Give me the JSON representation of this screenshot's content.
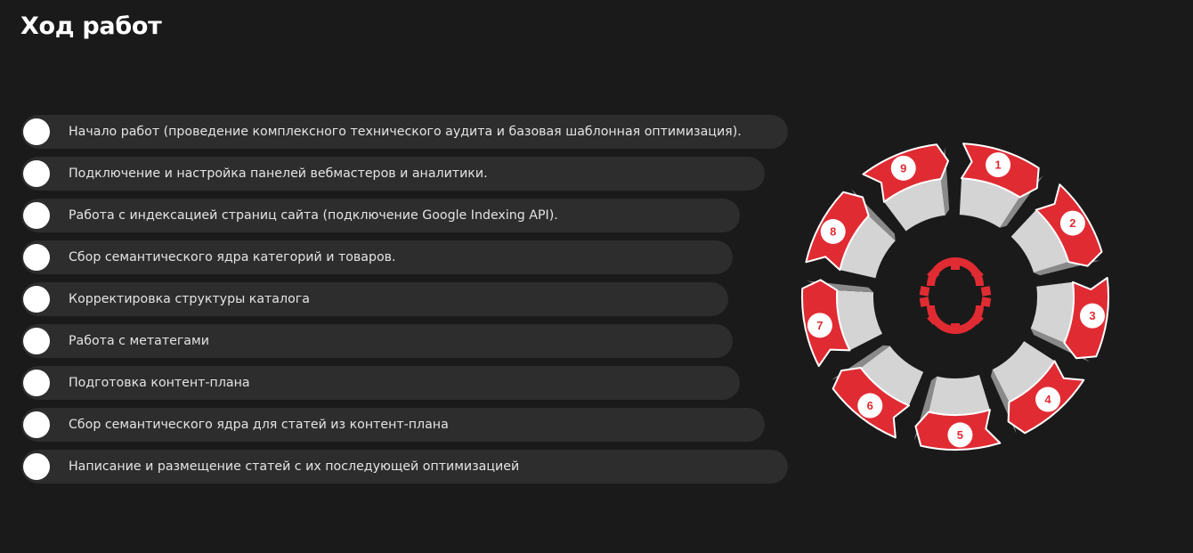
{
  "page": {
    "title": "Ход работ"
  },
  "steps": [
    {
      "label": "Начало работ (проведение комплексного технического аудита и базовая шаблонная оптимизация)."
    },
    {
      "label": "Подключение и настройка панелей вебмастеров и аналитики."
    },
    {
      "label": "Работа с индексацией страниц сайта (подключение Google Indexing API)."
    },
    {
      "label": "Сбор семантического ядра категорий и товаров."
    },
    {
      "label": "Корректировка структуры каталога"
    },
    {
      "label": "Работа с метатегами"
    },
    {
      "label": "Подготовка контент-плана"
    },
    {
      "label": "Сбор семантического ядра для статей из контент-плана"
    },
    {
      "label": "Написание и размещение статей с их последующей оптимизацией"
    }
  ],
  "wheel": {
    "segments": [
      "1",
      "2",
      "3",
      "4",
      "5",
      "6",
      "7",
      "8",
      "9"
    ],
    "center_icon": "gear-cycle-icon"
  },
  "colors": {
    "background": "#1a1a1a",
    "pill": "#2d2d2d",
    "accent_red": "#e02b33",
    "light_gray": "#d4d4d4",
    "dark_gray": "#8a8a8a"
  }
}
